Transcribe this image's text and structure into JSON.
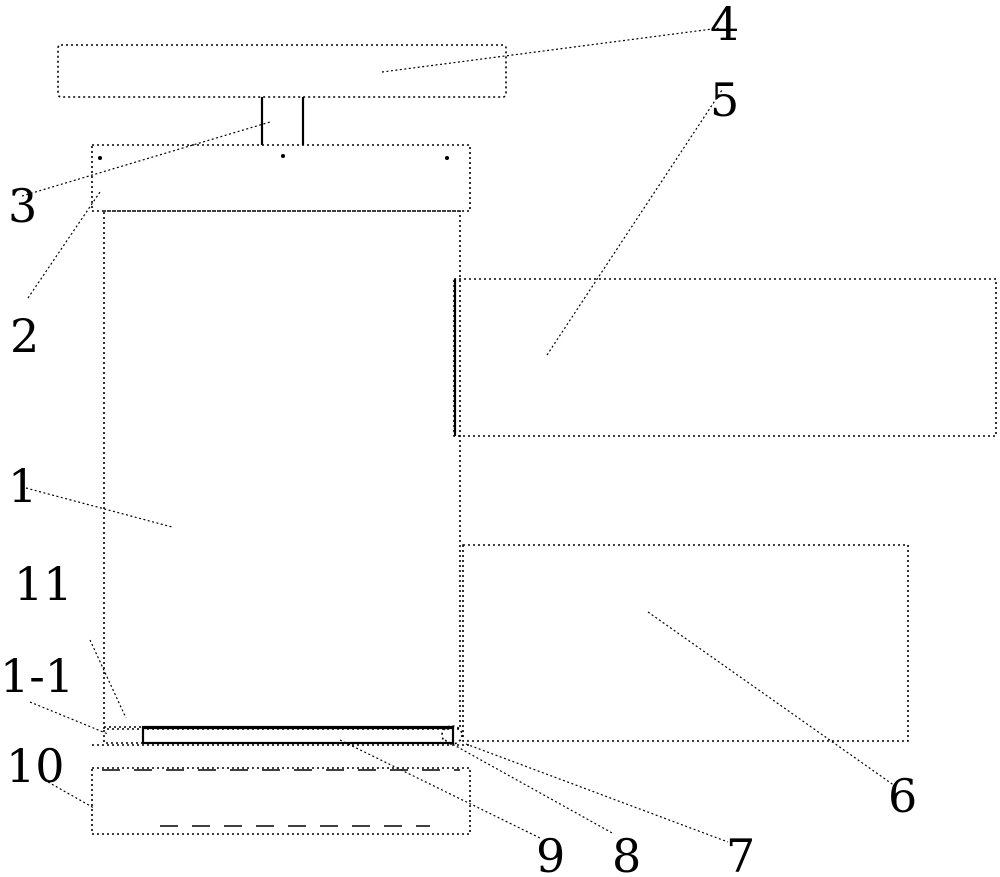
{
  "labels": {
    "part_1": "1",
    "part_1_1": "1-1",
    "part_2": "2",
    "part_3": "3",
    "part_4": "4",
    "part_5": "5",
    "part_6": "6",
    "part_7": "7",
    "part_8": "8",
    "part_9": "9",
    "part_10": "10",
    "part_11": "11"
  }
}
